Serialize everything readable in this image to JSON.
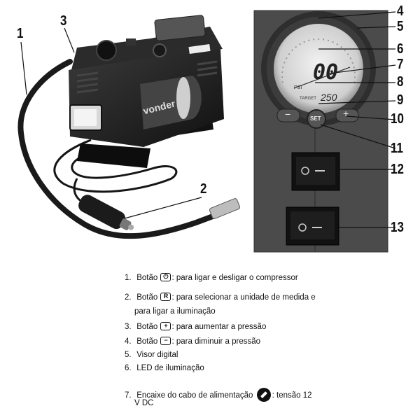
{
  "callouts": {
    "c1": "1",
    "c2": "2",
    "c3": "3",
    "c4": "4",
    "c5": "5",
    "c6": "6",
    "c7": "7",
    "c8": "8",
    "c9": "9",
    "c10": "10",
    "c11": "11",
    "c12": "12",
    "c13": "13"
  },
  "product": {
    "brand": "vonder",
    "display_value": "00",
    "display_unit": "PSI",
    "target_label": "TARGET",
    "target_value": "250",
    "set_label": "SET",
    "minus_symbol": "−",
    "plus_symbol": "+"
  },
  "legend": {
    "items": [
      {
        "num": "1.",
        "prefix": "Botão",
        "icon": "power-icon",
        "icon_text": "⏻",
        "text": ": para ligar e desligar o compressor"
      },
      {
        "num": "2.",
        "prefix": "Botão",
        "icon": "r-button-icon",
        "icon_text": "R",
        "text": ": para selecionar a unidade de medida e",
        "text2": "para ligar a iluminação"
      },
      {
        "num": "3.",
        "prefix": "Botão",
        "icon": "plus-button-icon",
        "icon_text": "+",
        "text": ": para aumentar a pressão"
      },
      {
        "num": "4.",
        "prefix": "Botão",
        "icon": "minus-button-icon",
        "icon_text": "−",
        "text": ": para diminuir a pressão"
      },
      {
        "num": "5.",
        "text": "Visor digital"
      },
      {
        "num": "6.",
        "text": "LED de iluminação"
      },
      {
        "num": "7.",
        "prefix": "Encaixe do cabo de alimentação",
        "icon": "plug-icon",
        "text": ": tensão 12",
        "text2": "V DC"
      }
    ]
  }
}
